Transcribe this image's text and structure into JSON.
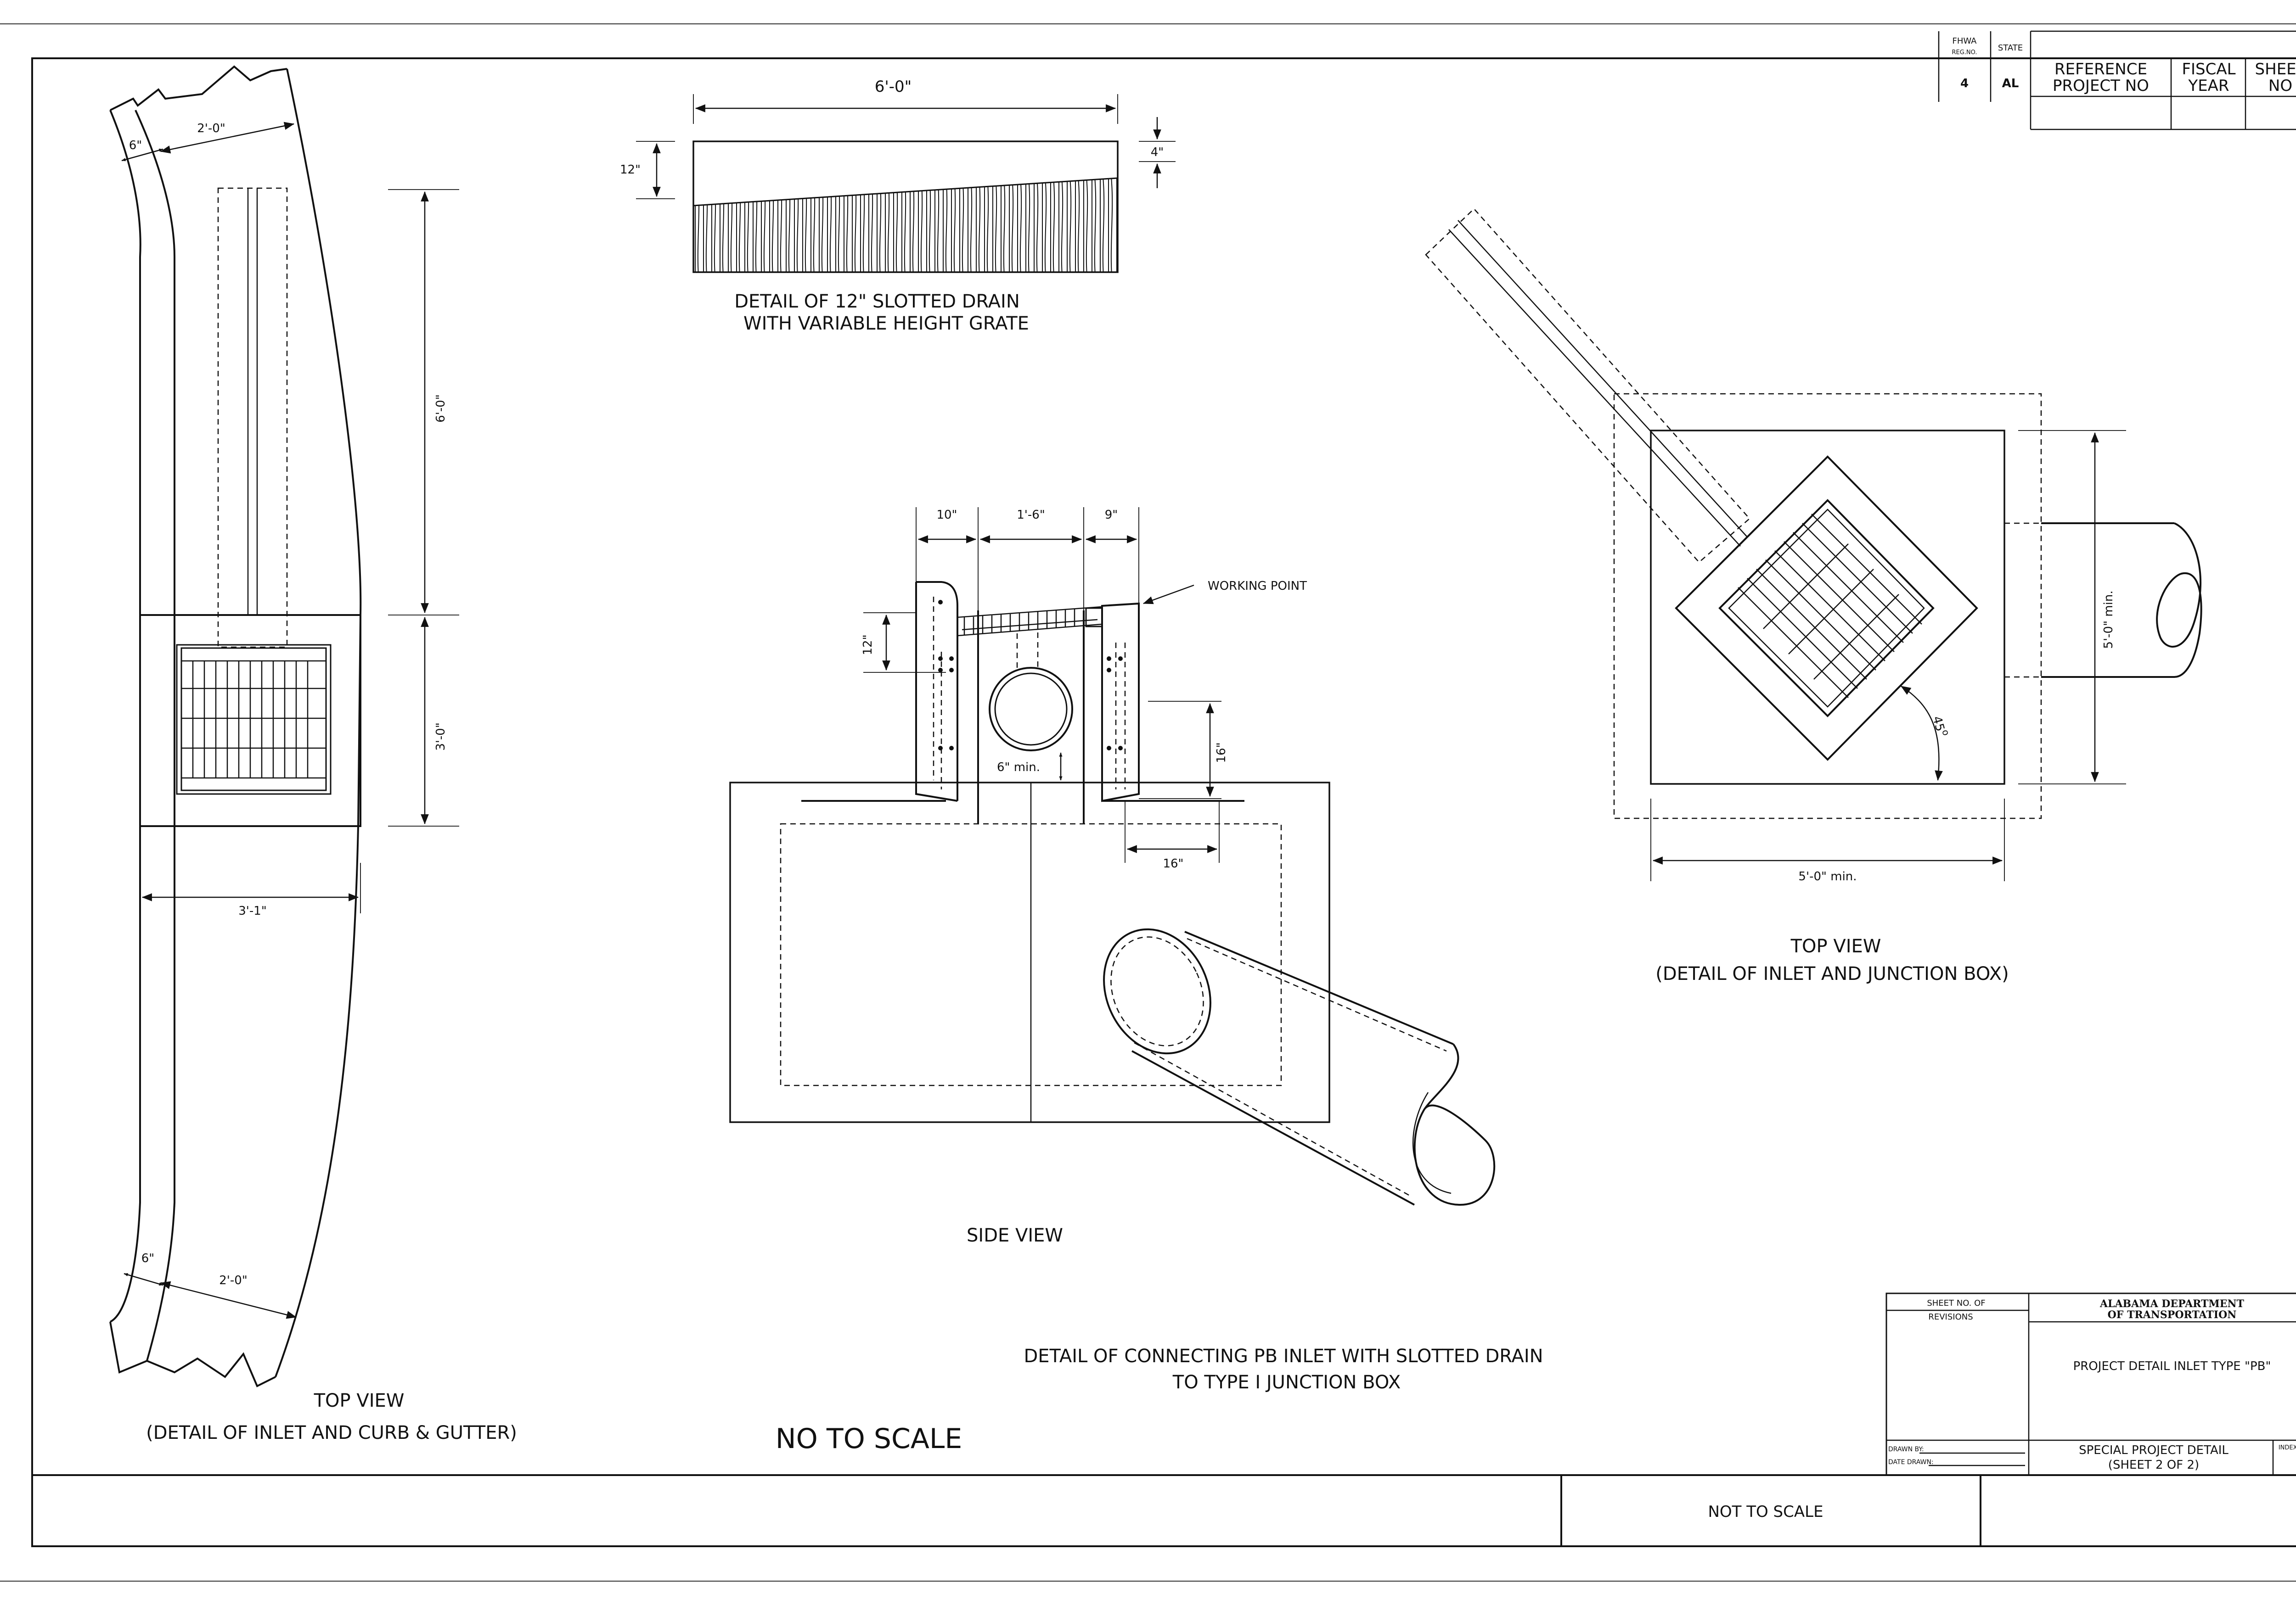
{
  "title_block": {
    "fhwa_label": "FHWA",
    "reg_no_label": "REG.NO.",
    "state_label": "STATE",
    "reference_label_1": "REFERENCE",
    "reference_label_2": "PROJECT NO",
    "fiscal_label_1": "FISCAL",
    "fiscal_label_2": "YEAR",
    "sheet_label_1": "SHEET",
    "sheet_label_2": "NO",
    "reg_no_value": "4",
    "state_value": "AL"
  },
  "slotted_drain_detail": {
    "width_dim": "6'-0\"",
    "height_dim": "12\"",
    "grate_dim": "4\"",
    "caption_line1": "DETAIL OF 12\" SLOTTED DRAIN",
    "caption_line2": "WITH VARIABLE HEIGHT GRATE"
  },
  "curb_top_view": {
    "dim_6_top": "6\"",
    "dim_2_top": "2'-0\"",
    "dim_6ft": "6'-0\"",
    "dim_3ft": "3'-0\"",
    "dim_3ft1": "3'-1\"",
    "dim_6_bottom": "6\"",
    "dim_2_bottom": "2'-0\"",
    "caption_line1": "TOP VIEW",
    "caption_line2": "(DETAIL OF INLET AND CURB & GUTTER)"
  },
  "side_view": {
    "dim_10": "10\"",
    "dim_1_6": "1'-6\"",
    "dim_9": "9\"",
    "working_point": "WORKING POINT",
    "dim_12": "12\"",
    "dim_6min": "6\" min.",
    "dim_16_v": "16\"",
    "dim_16_h": "16\"",
    "caption": "SIDE VIEW"
  },
  "junction_top_view": {
    "dim_5min_v": "5'-0\" min.",
    "dim_5min_h": "5'-0\" min.",
    "angle": "45",
    "angle_unit": "o",
    "caption_line1": "TOP VIEW",
    "caption_line2": "(DETAIL OF INLET AND JUNCTION BOX)"
  },
  "main_caption": {
    "line1": "DETAIL OF CONNECTING PB INLET WITH SLOTTED DRAIN",
    "line2": "TO TYPE I JUNCTION BOX"
  },
  "scale_note_large": "NO TO SCALE",
  "scale_note_footer": "NOT TO SCALE",
  "revision_block": {
    "sheet_no_of": "SHEET NO. OF",
    "revisions": "REVISIONS",
    "agency_line1": "ALABAMA DEPARTMENT",
    "agency_line2": "OF TRANSPORTATION",
    "project_title": "PROJECT DETAIL INLET TYPE \"PB\"",
    "drawn_by": "DRAWN BY:",
    "date_drawn": "DATE DRAWN:",
    "special_line1": "SPECIAL PROJECT DETAIL",
    "special_line2": "(SHEET 2 OF 2)",
    "index_no": "INDEX NO."
  }
}
